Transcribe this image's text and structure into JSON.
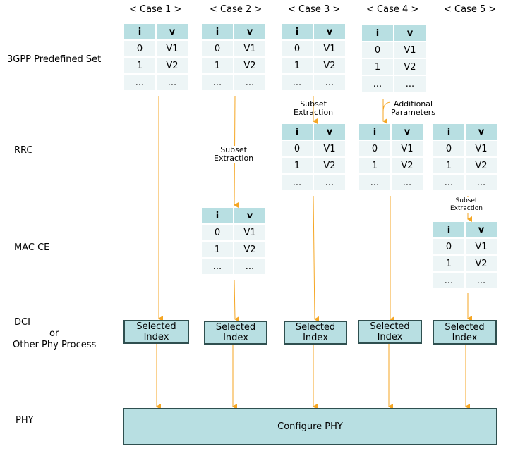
{
  "cases": [
    "< Case 1 >",
    "< Case 2 >",
    "< Case 3 >",
    "< Case 4 >",
    "< Case 5 >"
  ],
  "row_labels": {
    "predefined": "3GPP Predefined Set",
    "rrc": "RRC",
    "mac": "MAC CE",
    "dci": "DCI",
    "or": "or",
    "other": "Other Phy Process",
    "phy": "PHY"
  },
  "table": {
    "col_i": "i",
    "col_v": "v",
    "rows": [
      [
        "0",
        "V1"
      ],
      [
        "1",
        "V2"
      ],
      [
        "...",
        "..."
      ]
    ]
  },
  "notes": {
    "subset_line1": "Subset",
    "subset_line2": "Extraction",
    "additional_line1": "Additional",
    "additional_line2": "Parameters"
  },
  "selected": {
    "line1": "Selected",
    "line2": "Index"
  },
  "phy_box": "Configure PHY",
  "colors": {
    "arrow": "#f5a623",
    "header": "#b8dfe2",
    "cell": "#edf5f6",
    "border": "#2f4f4f"
  }
}
